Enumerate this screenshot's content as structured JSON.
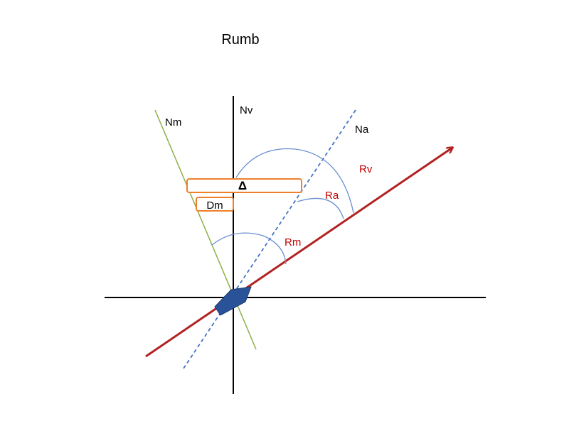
{
  "title": "Rumb",
  "labels": {
    "nv": "Nv",
    "nm": "Nm",
    "na": "Na",
    "rv": "Rv",
    "ra": "Ra",
    "rm": "Rm",
    "delta": "Δ",
    "dm": "Dm"
  },
  "colors": {
    "axis": "#000000",
    "magnetic": "#8db048",
    "compass": "#4472c4",
    "course": "#b22222",
    "arc": "#6a8fd0",
    "box": "#f07f2a",
    "ship": "#2a5298",
    "label_red": "#c00000"
  }
}
